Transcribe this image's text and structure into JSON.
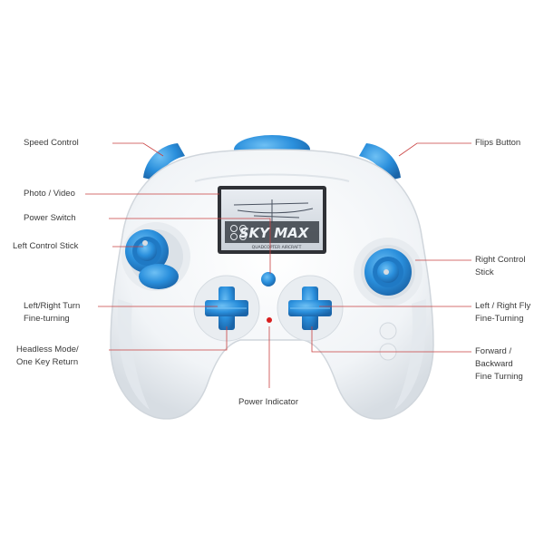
{
  "colors": {
    "body": "#f4f6f8",
    "body_shadow": "#d9dee3",
    "accent_blue": "#2a8fdc",
    "accent_blue_dark": "#1c6fb5",
    "leader_line": "#c94040",
    "indicator_red": "#d81e1e"
  },
  "screen": {
    "title": "SKY MAX",
    "subtitle": "QUADCOPTER AIRCRAFT"
  },
  "labels": {
    "speed_control": "Speed Control",
    "photo_video": "Photo / Video",
    "power_switch": "Power Switch",
    "left_control_stick": "Left Control Stick",
    "left_right_turn_line1": "Left/Right Turn",
    "left_right_turn_line2": "Fine-turning",
    "headless_mode_line1": "Headless Mode/",
    "headless_mode_line2": "One Key Return",
    "power_indicator": "Power Indicator",
    "flips_button": "Flips Button",
    "right_control_stick_line1": "Right Control",
    "right_control_stick_line2": "Stick",
    "left_right_fly_line1": "Left / Right Fly",
    "left_right_fly_line2": "Fine-Turning",
    "forward_backward_line1": "Forward /",
    "forward_backward_line2": "Backward",
    "forward_backward_line3": "Fine Turning"
  },
  "icons": [
    "drone-logo-icon",
    "dpad-left-icon",
    "dpad-right-icon",
    "joystick-left-icon",
    "joystick-right-icon"
  ]
}
